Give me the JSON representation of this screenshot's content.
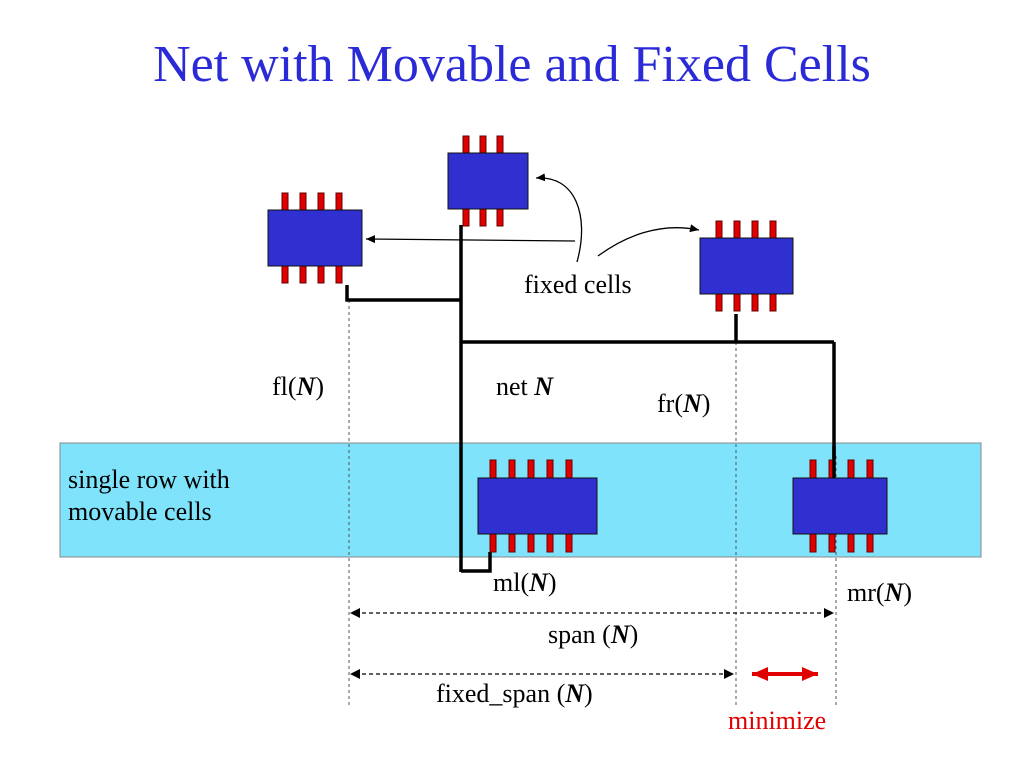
{
  "title": "Net with Movable and Fixed Cells",
  "labels": {
    "fixed_cells": "fixed cells",
    "fl": "fl(",
    "fr": "fr(",
    "net": "net ",
    "ml": "ml(",
    "mr": "mr(",
    "span": "span (",
    "fixed_span": "fixed_span (",
    "N": "N",
    "close": ")",
    "minimize": "minimize",
    "row_line1": "single row with",
    "row_line2": "movable cells"
  },
  "colors": {
    "title": "#2a2ad6",
    "cell_body": "#3030d0",
    "pin": "#e00000",
    "row_fill": "#7ee3fb",
    "minimize": "#e00000",
    "wire": "#000000"
  }
}
